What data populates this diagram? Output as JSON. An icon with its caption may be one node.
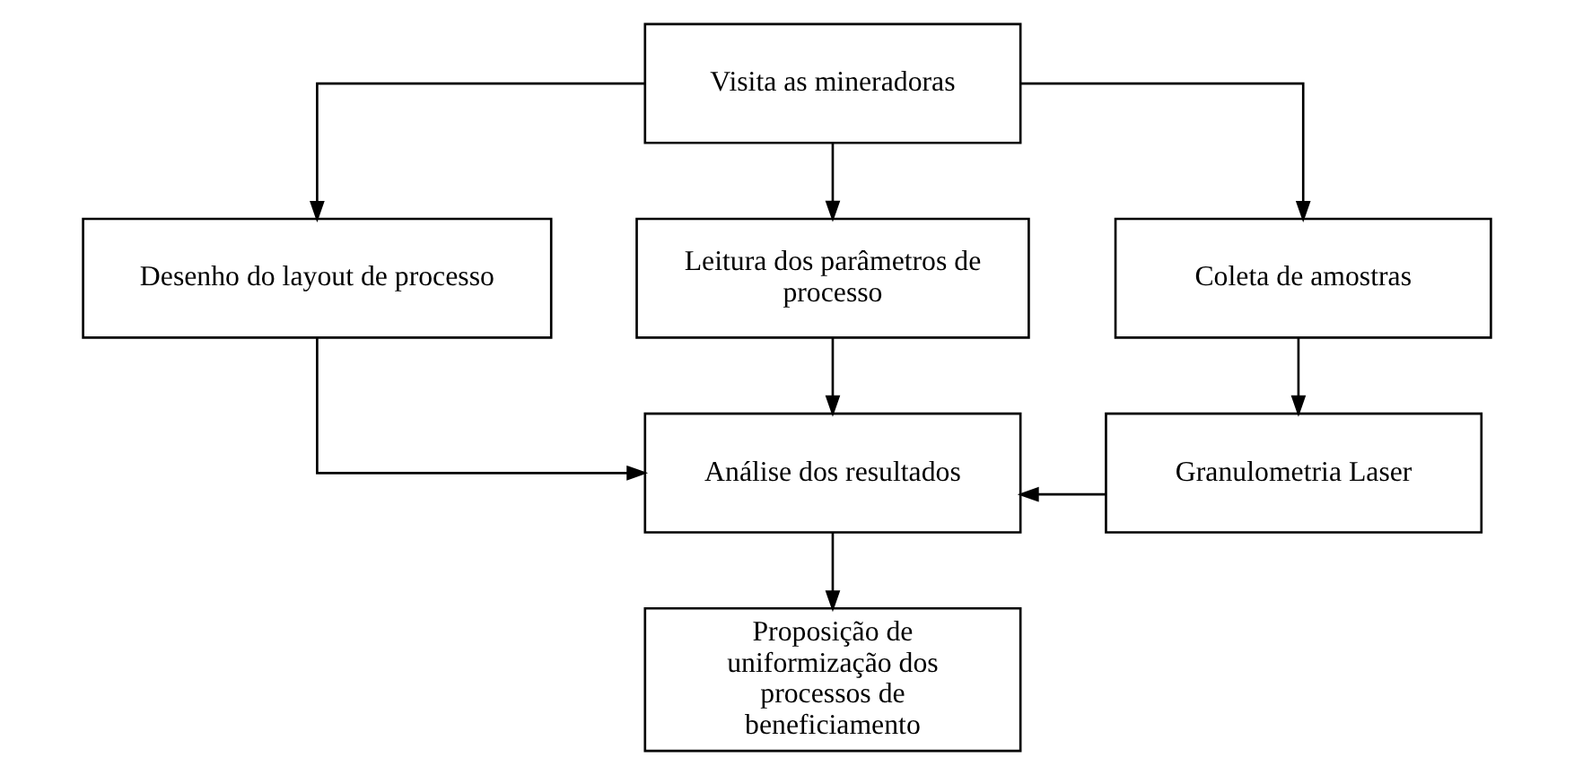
{
  "diagram": {
    "nodes": [
      {
        "text": [
          "Visita as mineradoras"
        ]
      },
      {
        "text": [
          "Desenho do layout de processo"
        ]
      },
      {
        "text": [
          "Leitura dos parâmetros de processo"
        ]
      },
      {
        "text": [
          "Coleta de amostras"
        ]
      },
      {
        "text": [
          "Análise dos resultados"
        ]
      },
      {
        "text": [
          "Granulometria Laser"
        ]
      },
      {
        "text": [
          "Proposição de uniformização dos processos de beneficiamento"
        ]
      }
    ],
    "edges": [
      {
        "from": 0,
        "to": 1,
        "arrow": "to"
      },
      {
        "from": 0,
        "to": 2,
        "arrow": "to"
      },
      {
        "from": 0,
        "to": 3,
        "arrow": "to"
      },
      {
        "from": 1,
        "to": 4,
        "arrow": "to"
      },
      {
        "from": 2,
        "to": 4,
        "arrow": "to"
      },
      {
        "from": 3,
        "to": 5,
        "arrow": "to"
      },
      {
        "from": 5,
        "to": 4,
        "arrow": "to"
      },
      {
        "from": 4,
        "to": 6,
        "arrow": "to"
      }
    ]
  }
}
